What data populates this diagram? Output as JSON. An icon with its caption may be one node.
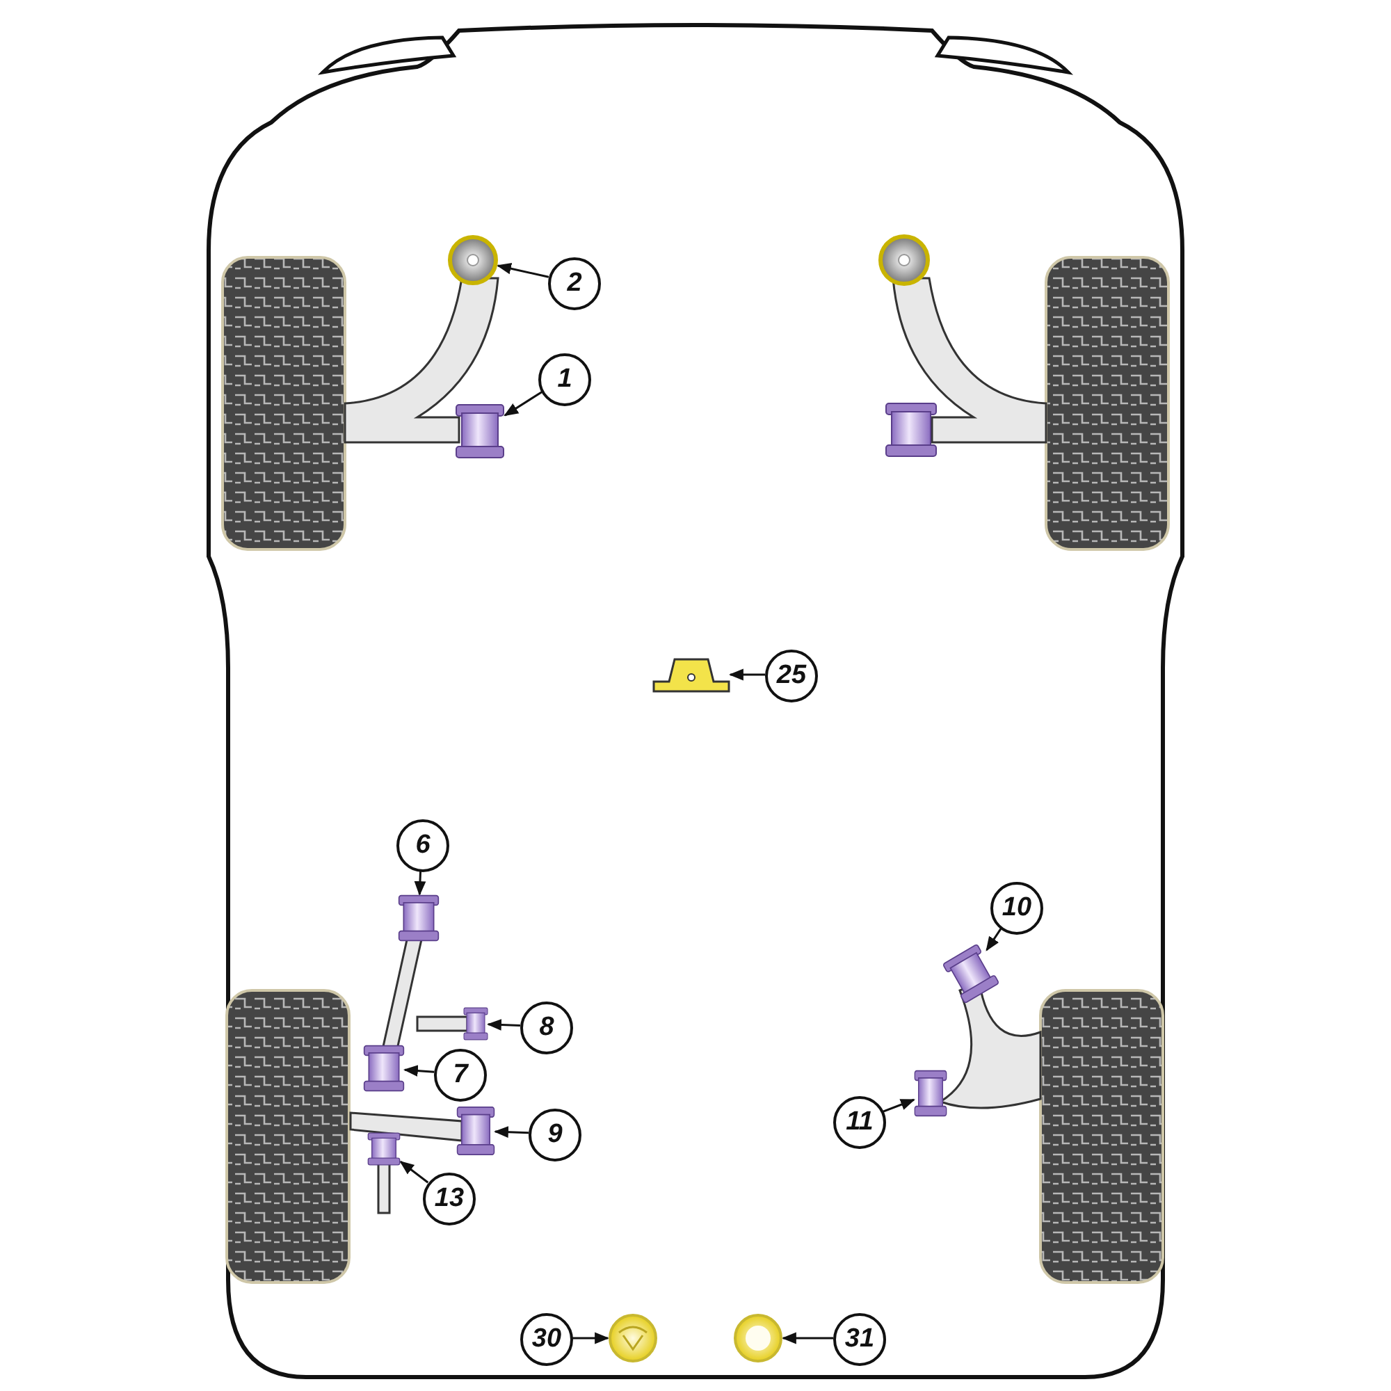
{
  "diagram": {
    "nodes": [
      {
        "text": [
          "2"
        ]
      },
      {
        "text": [],
        "shape": "picture"
      },
      {
        "text": [
          "1"
        ]
      },
      {
        "text": [],
        "shape": "picture"
      },
      {
        "text": [
          "25"
        ]
      },
      {
        "text": [],
        "shape": "picture"
      },
      {
        "text": [
          "6"
        ]
      },
      {
        "text": [],
        "shape": "picture"
      },
      {
        "text": [
          "10"
        ]
      },
      {
        "text": [],
        "shape": "picture"
      },
      {
        "text": [
          "8"
        ]
      },
      {
        "text": [],
        "shape": "picture"
      },
      {
        "text": [
          "7"
        ]
      },
      {
        "text": [],
        "shape": "picture"
      },
      {
        "text": [
          "9"
        ]
      },
      {
        "text": [],
        "shape": "picture"
      },
      {
        "text": [
          "11"
        ]
      },
      {
        "text": [],
        "shape": "picture"
      },
      {
        "text": [
          "13"
        ]
      },
      {
        "text": [],
        "shape": "picture"
      },
      {
        "text": [
          "30"
        ]
      },
      {
        "text": [],
        "shape": "picture"
      },
      {
        "text": [
          "31"
        ]
      },
      {
        "text": [],
        "shape": "picture"
      }
    ],
    "edges": [
      {
        "from": 0,
        "to": 1,
        "arrow": "to"
      },
      {
        "from": 2,
        "to": 3,
        "arrow": "to"
      },
      {
        "from": 4,
        "to": 5,
        "arrow": "to"
      },
      {
        "from": 6,
        "to": 7,
        "arrow": "to"
      },
      {
        "from": 8,
        "to": 9,
        "arrow": "to"
      },
      {
        "from": 10,
        "to": 11,
        "arrow": "to"
      },
      {
        "from": 12,
        "to": 13,
        "arrow": "to"
      },
      {
        "from": 14,
        "to": 15,
        "arrow": "to"
      },
      {
        "from": 16,
        "to": 17,
        "arrow": "to"
      },
      {
        "from": 18,
        "to": 19,
        "arrow": "to"
      },
      {
        "from": 20,
        "to": 21,
        "arrow": "to"
      },
      {
        "from": 22,
        "to": 23,
        "arrow": "to"
      }
    ]
  }
}
